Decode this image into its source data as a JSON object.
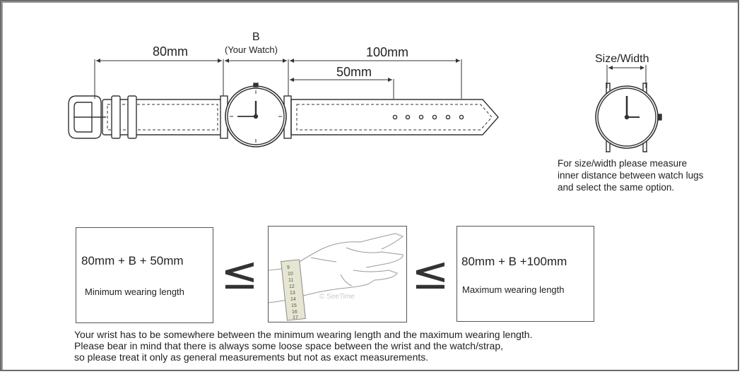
{
  "dimensions": {
    "left_length": "80mm",
    "watch_label": "B",
    "watch_sub": "(Your Watch)",
    "long_length": "100mm",
    "short_length": "50mm"
  },
  "size_width": {
    "title": "Size/Width",
    "note_lines": [
      "For size/width please measure",
      "inner distance between watch lugs",
      "and select the same option."
    ]
  },
  "formula_min": {
    "expression": "80mm + B + 50mm",
    "caption": "Minimum wearing length"
  },
  "formula_max": {
    "expression": "80mm + B +100mm",
    "caption": "Maximum wearing length"
  },
  "relation_symbol": "≤",
  "photo": {
    "watermark": "© SeeTime",
    "tape_numbers": [
      "9",
      "10",
      "11",
      "12",
      "13",
      "14",
      "15",
      "16",
      "17"
    ]
  },
  "footer_lines": [
    "Your wrist has to be somewhere between the minimum wearing length and the maximum wearing length.",
    "Please bear in mind that there is always some loose space between the wrist and the watch/strap,",
    "so please treat it only as general measurements but not as exact measurements."
  ]
}
